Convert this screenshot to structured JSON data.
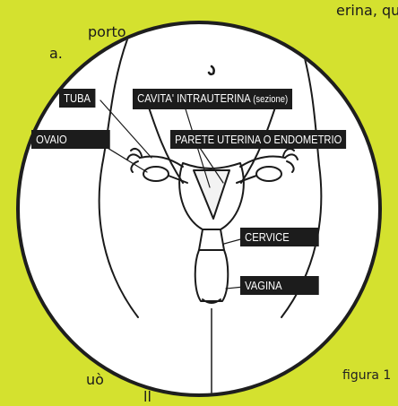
{
  "background_color": "#d4e12f",
  "text_fragments": {
    "line1": "erina, qui",
    "line2": "porto",
    "line3": "a.",
    "line4": "uò",
    "line5": "ll"
  },
  "diagram": {
    "labels": {
      "tuba": "TUBA",
      "cavita_main": "CAVITA' INTRAUTERINA",
      "cavita_note": "(sezione)",
      "ovaio": "OVAIO",
      "parete": "PARETE UTERINA O ENDOMETRIO",
      "cervice": "CERVICE",
      "vagina": "VAGINA"
    }
  },
  "caption": "figura 1"
}
